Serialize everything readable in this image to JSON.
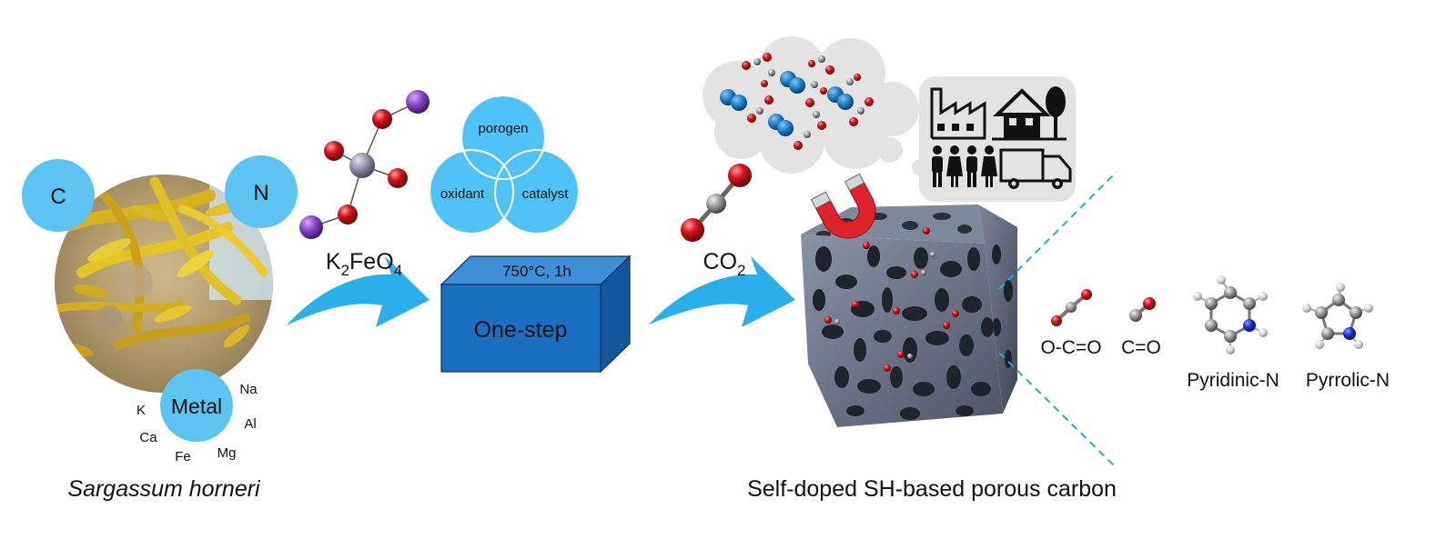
{
  "source": {
    "elements": {
      "c": "C",
      "n": "N",
      "metal": "Metal"
    },
    "metals": [
      "Na",
      "Al",
      "Mg",
      "Fe",
      "Ca",
      "K"
    ],
    "caption": "Sargassum horneri"
  },
  "reagent": {
    "prefix": "K",
    "sub1": "2",
    "mid": "FeO",
    "sub2": "4"
  },
  "roles": [
    "porogen",
    "oxidant",
    "catalyst"
  ],
  "process": {
    "top_label": "750°C, 1h",
    "front_label": "One-step"
  },
  "gas": {
    "prefix": "CO",
    "sub": "2"
  },
  "product": {
    "caption": "Self-doped SH-based porous carbon",
    "groups": [
      "O-C=O",
      "C=O",
      "Pyridinic-N",
      "Pyrrolic-N"
    ]
  },
  "colors": {
    "circle_blue": "#5bc4f1",
    "venn_blue": "#4fc3f7",
    "arrow_blue": "#29b0ea",
    "box_front": "#1b6fc2",
    "box_top": "#3f8fd8",
    "box_side": "#12589e",
    "carbon_grey": "#5d6678",
    "oxygen_red": "#d4141b",
    "nitrogen_blue": "#1a2fd1",
    "potassium_purple": "#8a44c9",
    "iron_grey": "#8c8aa8",
    "magnet_red": "#e0232a",
    "co2_blue": "#1e7fc6",
    "cloud_grey": "#e3e3e3"
  },
  "icons": [
    "seaweed-photo-icon",
    "magnet-icon",
    "factory-icon",
    "house-icon",
    "tree-icon",
    "people-icon",
    "truck-icon",
    "thought-cloud-icon"
  ]
}
